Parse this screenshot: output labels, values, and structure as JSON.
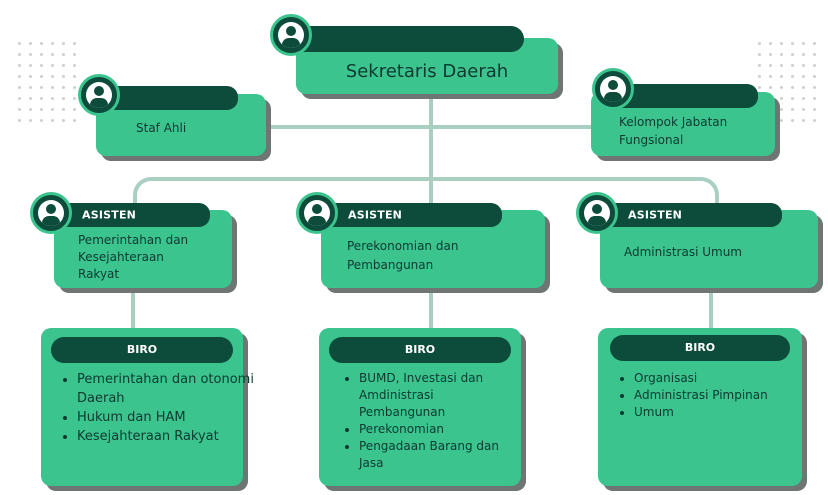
{
  "top": {
    "title": "Sekretaris Daerah"
  },
  "left_box": {
    "title": "Staf Ahli"
  },
  "right_box": {
    "title_lines": [
      "Kelompok Jabatan",
      "Fungsional"
    ]
  },
  "asisten": [
    {
      "label": "ASISTEN",
      "lines": [
        "Pemerintahan dan",
        "Kesejahteraan",
        "Rakyat"
      ]
    },
    {
      "label": "ASISTEN",
      "lines": [
        "Perekonomian dan",
        "Pembangunan"
      ]
    },
    {
      "label": "ASISTEN",
      "lines": [
        "Administrasi Umum"
      ]
    }
  ],
  "biro": [
    {
      "label": "BIRO",
      "items": [
        "Pemerintahan dan otonomi Daerah",
        "Hukum dan HAM",
        "Kesejahteraan Rakyat"
      ]
    },
    {
      "label": "BIRO",
      "items": [
        "BUMD, Investasi dan Amdinistrasi Pembangunan",
        "Perekonomian",
        "Pengadaan Barang dan Jasa"
      ]
    },
    {
      "label": "BIRO",
      "items": [
        "Organisasi",
        "Administrasi Pimpinan",
        "Umum"
      ]
    }
  ],
  "colors": {
    "card": "#3cc48f",
    "header": "#0d4b3a",
    "connector": "#a9cfc1",
    "shadow": "#6f7572"
  },
  "icons": {
    "avatar": "user-avatar-icon"
  }
}
